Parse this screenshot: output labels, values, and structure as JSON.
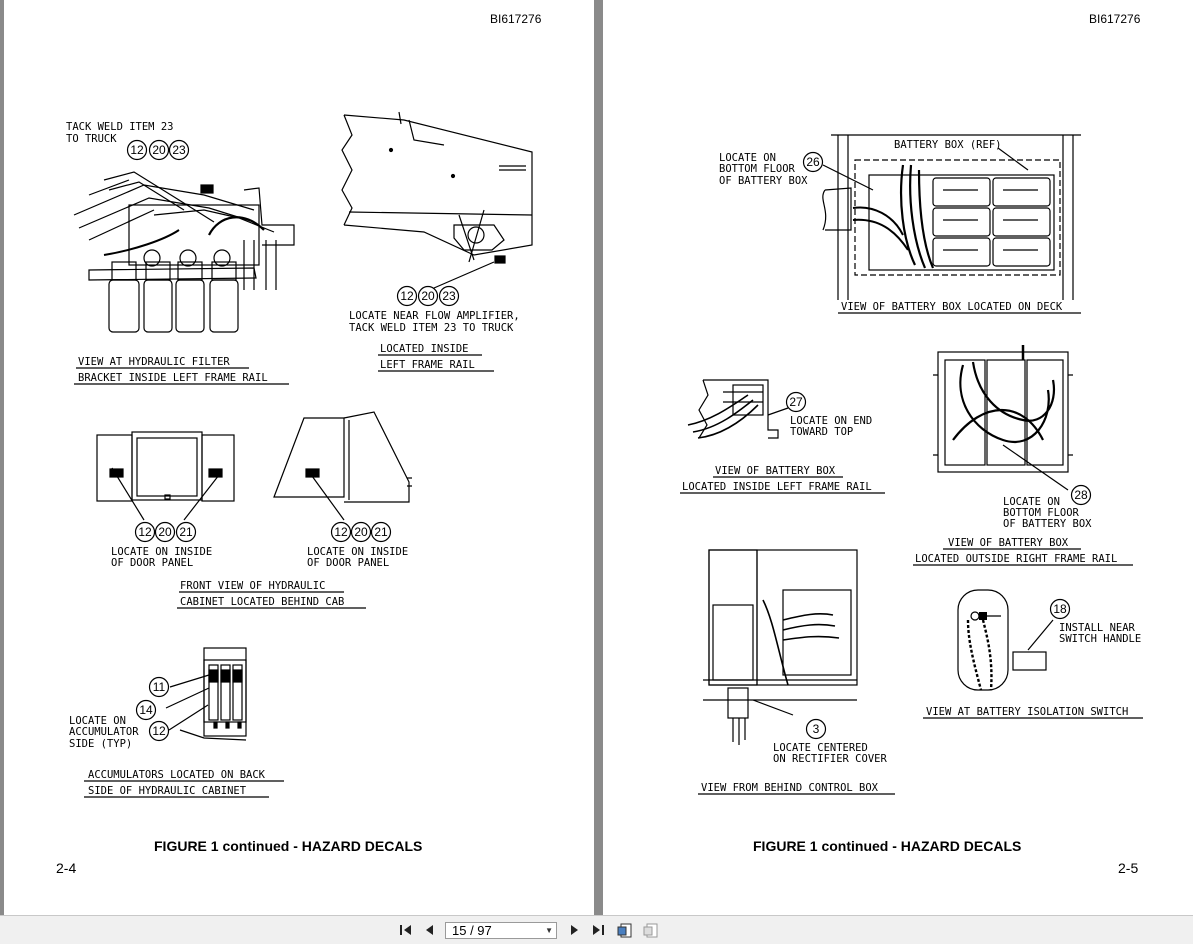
{
  "left_page": {
    "doc_id": "BI617276",
    "notes": {
      "tack_weld": [
        "TACK WELD ITEM 23",
        "TO TRUCK"
      ],
      "flow_amp": [
        "LOCATE NEAR FLOW AMPLIFIER,",
        "TACK WELD ITEM 23 TO TRUCK"
      ],
      "door1": [
        "LOCATE ON INSIDE",
        "OF DOOR PANEL"
      ],
      "door2": [
        "LOCATE ON INSIDE",
        "OF DOOR PANEL"
      ],
      "accum": [
        "LOCATE ON",
        "ACCUMULATOR",
        "SIDE (TYP)"
      ]
    },
    "captions": {
      "filter": [
        "VIEW AT HYDRAULIC FILTER",
        "BRACKET INSIDE LEFT FRAME RAIL"
      ],
      "inside_rail": [
        "LOCATED INSIDE",
        "LEFT FRAME RAIL"
      ],
      "cabinet": [
        "FRONT VIEW OF HYDRAULIC",
        "CABINET LOCATED BEHIND CAB"
      ],
      "accumulators": [
        "ACCUMULATORS LOCATED ON BACK",
        "SIDE OF HYDRAULIC CABINET"
      ]
    },
    "callouts": {
      "filter": [
        "12",
        "20",
        "23"
      ],
      "rail": [
        "12",
        "20",
        "23"
      ],
      "door1": [
        "12",
        "20",
        "21"
      ],
      "door2": [
        "12",
        "20",
        "21"
      ],
      "accum": [
        "11",
        "14",
        "12"
      ]
    },
    "figure_title": "FIGURE 1 continued - HAZARD DECALS",
    "page_number": "2-4"
  },
  "right_page": {
    "doc_id": "BI617276",
    "notes": {
      "battery_box_ref": "BATTERY BOX (REF)",
      "floor": [
        "LOCATE ON",
        "BOTTOM FLOOR",
        "OF BATTERY BOX"
      ],
      "end_top": [
        "LOCATE ON END",
        "TOWARD TOP"
      ],
      "floor2": [
        "LOCATE ON",
        "BOTTOM FLOOR",
        "OF BATTERY BOX"
      ],
      "rectifier": [
        "LOCATE CENTERED",
        "ON RECTIFIER COVER"
      ],
      "switch": [
        "INSTALL NEAR",
        "SWITCH HANDLE"
      ]
    },
    "captions": {
      "deck": "VIEW OF BATTERY BOX LOCATED ON DECK",
      "inside_left": [
        "VIEW OF BATTERY BOX",
        "LOCATED INSIDE LEFT FRAME RAIL"
      ],
      "outside_right": [
        "VIEW OF BATTERY BOX",
        "LOCATED OUTSIDE RIGHT FRAME RAIL"
      ],
      "isolation": "VIEW AT BATTERY ISOLATION SWITCH",
      "control_box": "VIEW FROM BEHIND CONTROL BOX"
    },
    "callouts": {
      "deck": "26",
      "end": "27",
      "floor2": "28",
      "rectifier": "3",
      "switch": "18"
    },
    "figure_title": "FIGURE 1 continued - HAZARD DECALS",
    "page_number": "2-5"
  },
  "toolbar": {
    "page_indicator": "15 / 97",
    "icons": [
      "first-page-icon",
      "previous-page-icon",
      "next-page-icon",
      "last-page-icon",
      "single-page-view-icon",
      "two-page-view-icon"
    ]
  }
}
